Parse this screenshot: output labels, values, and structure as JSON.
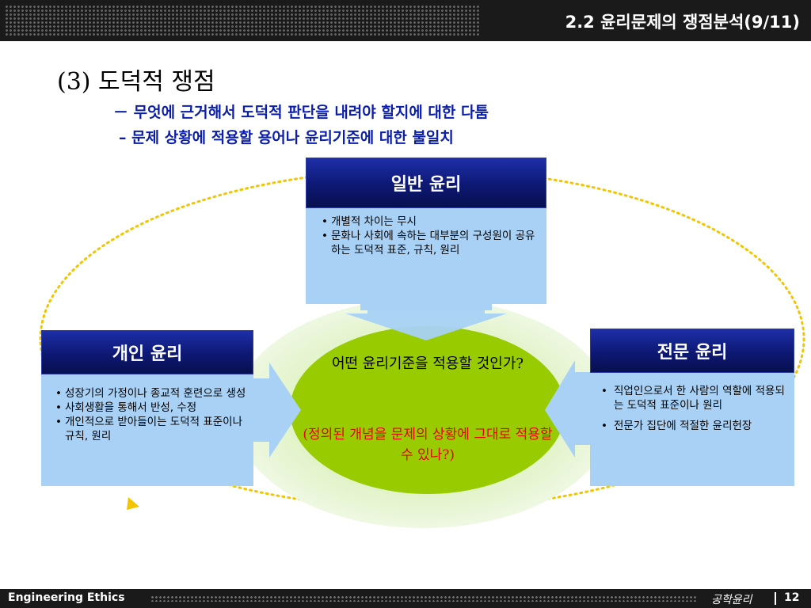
{
  "header": {
    "title": "2.2 윤리문제의 쟁점분석(9/11)"
  },
  "section": {
    "title": "(3) 도덕적 쟁점",
    "subpoints": [
      "－ 무엇에 근거해서 도덕적 판단을 내려야 할지에 대한 다툼",
      "–  문제 상황에 적용할 용어나 윤리기준에 대한 불일치"
    ]
  },
  "diagram": {
    "general": {
      "title": "일반 윤리",
      "items": [
        "개별적 차이는 무시",
        "문화나 사회에 속하는 대부분의 구성원이 공유하는 도덕적 표준, 규칙, 원리"
      ]
    },
    "personal": {
      "title": "개인 윤리",
      "items": [
        "성장기의 가정이나 종교적 훈련으로 생성",
        "사회생활을 통해서 반성, 수정",
        "개인적으로 받아들이는 도덕적 표준이나  규칙, 원리"
      ]
    },
    "professional": {
      "title": "전문 윤리",
      "items": [
        "직업인으로서 한 사람의 역할에 적용되는 도덕적 표준이나 원리",
        "전문가 집단에 적절한 윤리헌장"
      ]
    },
    "center": {
      "question": "어떤 윤리기준을 적용할 것인가?",
      "note": "(정의된 개념을 문제의 상황에 그대로 적용할 수 있나?)"
    },
    "colors": {
      "header_navy": "#0d1873",
      "panel_body": "#a8d1f5",
      "center_green": "#99cc00",
      "center_glow": "#e2f3c8",
      "arrow_blue": "#a8d1f5",
      "dotted_ring": "#f2c500",
      "heading_blue": "#0a1ea8",
      "note_red": "#e60000"
    }
  },
  "footer": {
    "course": "Engineering Ethics",
    "subject": "공학윤리",
    "page": "12"
  }
}
